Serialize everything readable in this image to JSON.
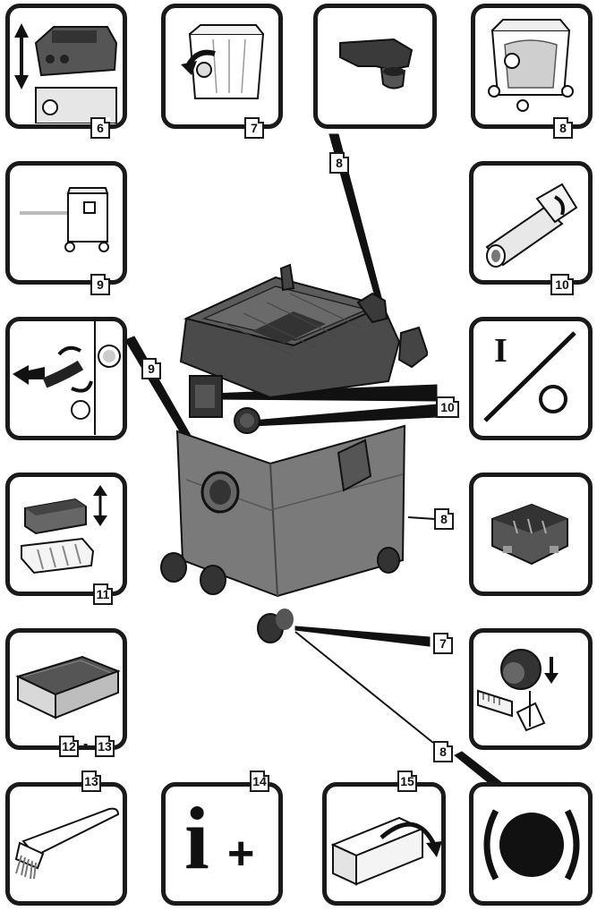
{
  "callouts": {
    "box1": "6",
    "box2": "7",
    "box3": "8",
    "box4": "8",
    "box5": "9",
    "box6": "10",
    "box7": "9",
    "box8": "10",
    "box9": "11",
    "box10": "8",
    "box11_a": "12",
    "box11_sep": "-",
    "box11_b": "13",
    "box12": "7",
    "box13": "8",
    "box14": "13",
    "box15": "14",
    "box16": "15"
  },
  "symbols": {
    "switch_on": "I",
    "info_letter": "i",
    "info_plus": "+"
  }
}
